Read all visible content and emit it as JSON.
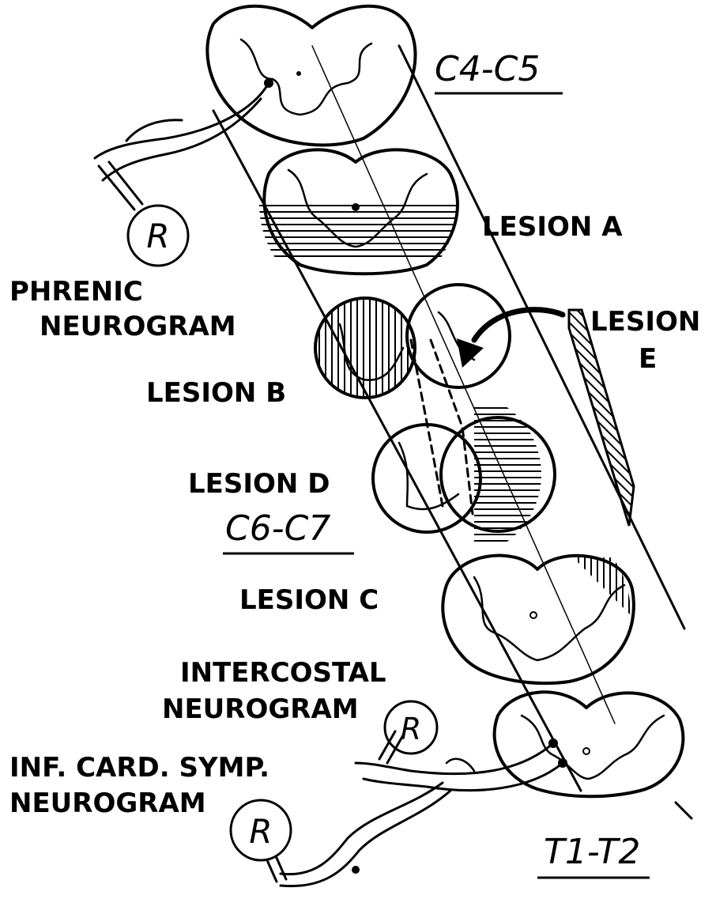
{
  "segments": {
    "c4_c5": "C4-C5",
    "c6_c7": "C6-C7",
    "t1_t2": "T1-T2"
  },
  "lesions": {
    "a": "LESION A",
    "b": "LESION B",
    "c": "LESION C",
    "d": "LESION D",
    "e_line1": "LESION",
    "e_line2": "E"
  },
  "recordings": {
    "phrenic_line1": "PHRENIC",
    "phrenic_line2": "NEUROGRAM",
    "intercostal_line1": "INTERCOSTAL",
    "intercostal_line2": "NEUROGRAM",
    "card_symp_line1": "INF. CARD. SYMP.",
    "card_symp_line2": "NEUROGRAM",
    "recorder_symbol": "R"
  }
}
